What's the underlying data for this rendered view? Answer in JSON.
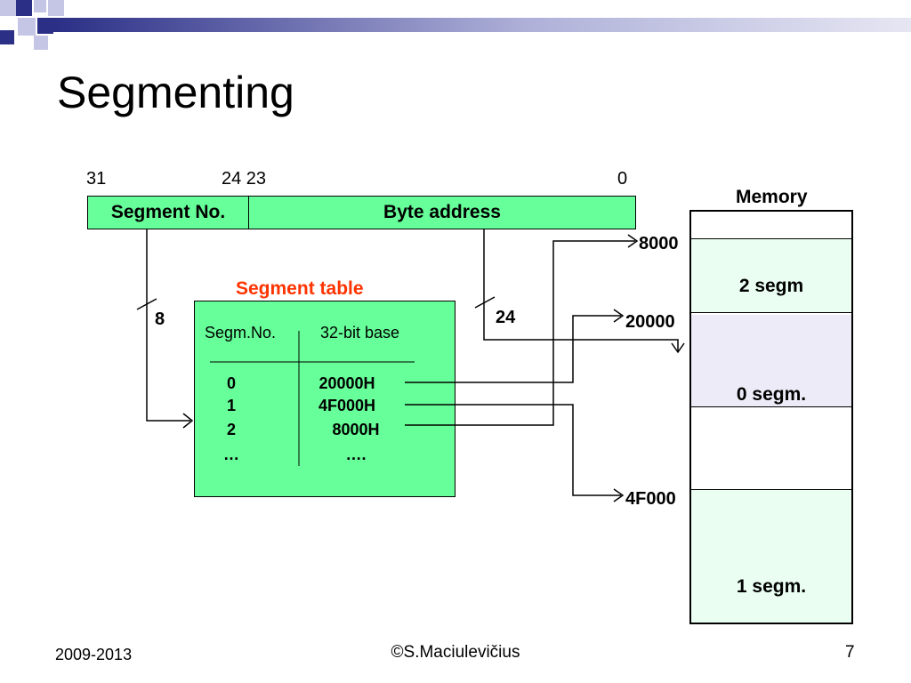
{
  "slide": {
    "title": "Segmenting"
  },
  "address": {
    "bit_labels": {
      "b31": "31",
      "b24_23": "24 23",
      "b0": "0"
    },
    "segment_field": "Segment No.",
    "byte_field": "Byte address",
    "segment_bits": "8",
    "byte_bits": "24"
  },
  "segment_table": {
    "title": "Segment table",
    "col_segno": "Segm.No.",
    "col_base": "32-bit base",
    "rows": [
      {
        "no": "0",
        "base": "20000H"
      },
      {
        "no": "1",
        "base": "4F000H"
      },
      {
        "no": "2",
        "base": "8000H"
      },
      {
        "no": "…",
        "base": "…."
      }
    ]
  },
  "memory": {
    "title": "Memory",
    "addresses": {
      "a8000": "8000",
      "a20000": "20000",
      "a4F000": "4F000"
    },
    "regions": {
      "seg2": "2 segm",
      "seg0": "0 segm.",
      "seg1": "1 segm."
    }
  },
  "footer": {
    "date": "2009-2013",
    "copyright": "©S.Maciulevičius",
    "page": "7"
  },
  "colors": {
    "green_fill": "#66ff99",
    "region_green": "#eafff2",
    "region_lavender": "#ecebf7",
    "table_title": "#ff3300",
    "square_navy": "#2b2f86",
    "square_light": "#c5c6e6"
  }
}
